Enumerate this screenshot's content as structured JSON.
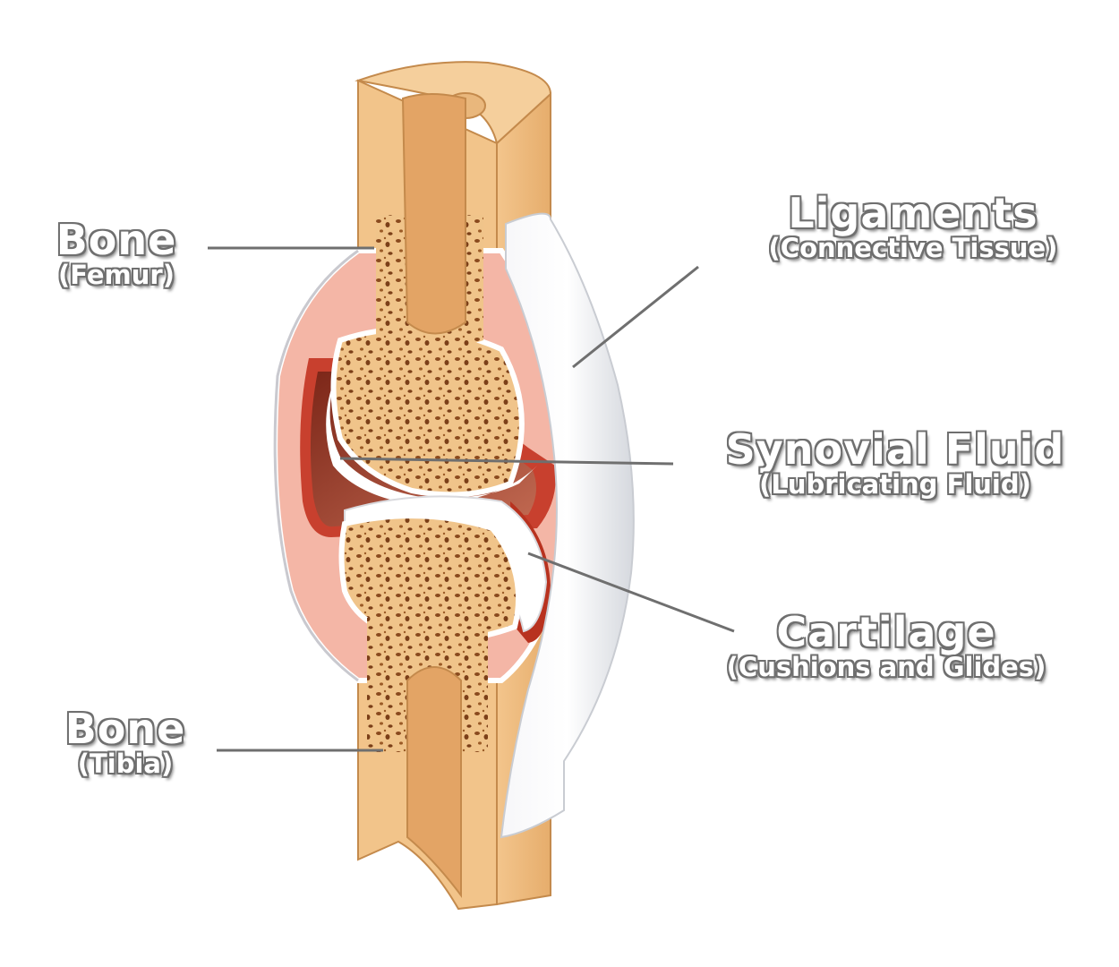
{
  "labels": {
    "femur": {
      "title": "Bone",
      "subtitle": "(Femur)"
    },
    "tibia": {
      "title": "Bone",
      "subtitle": "(Tibia)"
    },
    "ligaments": {
      "title": "Ligaments",
      "subtitle": "(Connective Tissue)"
    },
    "synovial": {
      "title": "Synovial Fluid",
      "subtitle": "(Lubricating Fluid)"
    },
    "cartilage": {
      "title": "Cartilage",
      "subtitle": "(Cushions and Glides)"
    }
  },
  "colors": {
    "bone": "#f2c48a",
    "bone_shadow": "#e0a462",
    "marrow": "#a8672f",
    "capsule": "#f2a99a",
    "synovial": "#9c3a2a",
    "ligament": "#e8eaee",
    "leader": "#6f6f6f"
  }
}
